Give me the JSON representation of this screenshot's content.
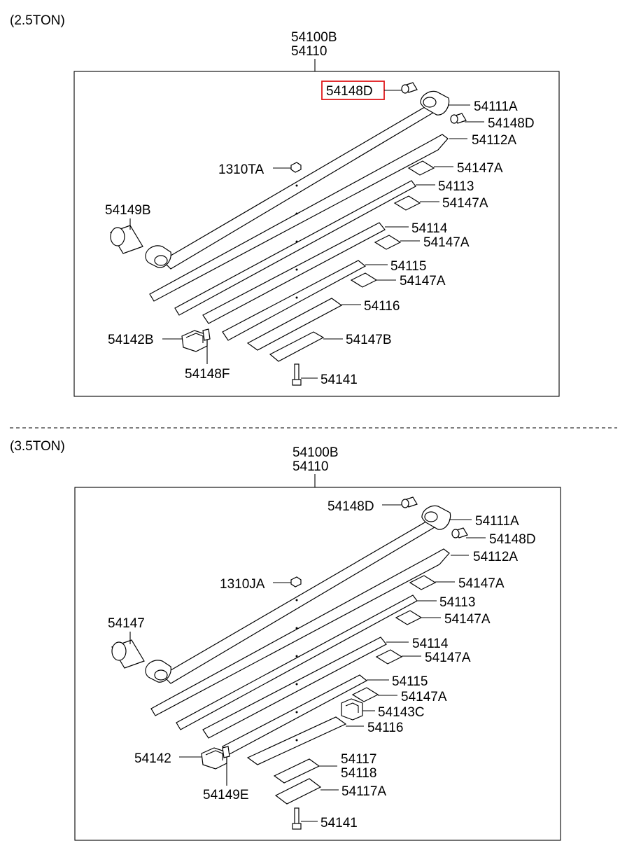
{
  "sections": [
    {
      "heading": "(2.5TON)",
      "assembly_lines": [
        "54100B",
        "54110"
      ],
      "labels": {
        "bushing_top": "54148D",
        "eye_leaf": "54111A",
        "bushing_right": "54148D",
        "leaf2": "54112A",
        "bolt_nut": "1310TA",
        "pad1": "54147A",
        "leaf3": "54113",
        "pad2": "54147A",
        "bushing_left": "54149B",
        "leaf4": "54114",
        "pad3": "54147A",
        "leaf5": "54115",
        "pad4": "54147A",
        "leaf6": "54116",
        "clip": "54142B",
        "pad5": "54147B",
        "clip_part": "54148F",
        "center_bolt": "54141"
      }
    },
    {
      "heading": "(3.5TON)",
      "assembly_lines": [
        "54100B",
        "54110"
      ],
      "labels": {
        "bushing_top": "54148D",
        "eye_leaf": "54111A",
        "bushing_right": "54148D",
        "leaf2": "54112A",
        "bolt_nut": "1310JA",
        "pad1": "54147A",
        "leaf3": "54113",
        "pad2": "54147A",
        "bushing_left": "54147",
        "leaf4": "54114",
        "pad3": "54147A",
        "leaf5": "54115",
        "pad4": "54147A",
        "clip_right": "54143C",
        "leaf6": "54116",
        "clip": "54142",
        "leaf7a": "54117",
        "leaf7b": "54118",
        "clip_part": "54149E",
        "pad5": "54117A",
        "center_bolt": "54141"
      }
    }
  ],
  "highlighted_part": "54148D",
  "colors": {
    "highlight": "#e0181b",
    "line": "#000000",
    "background": "#ffffff"
  }
}
